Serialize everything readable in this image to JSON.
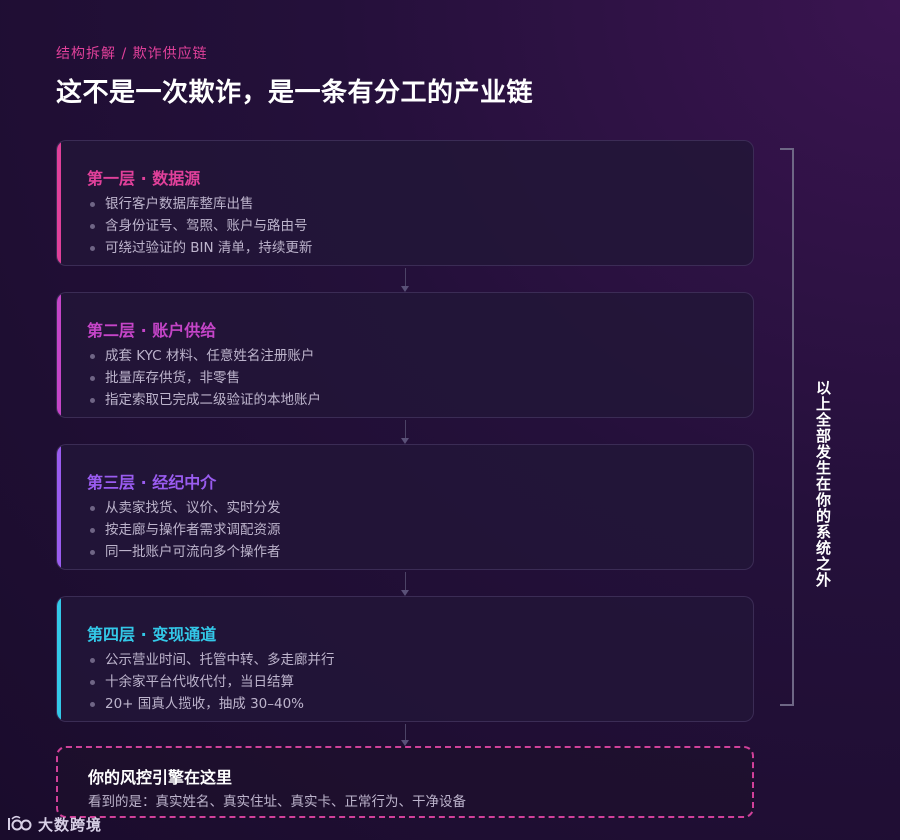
{
  "header": {
    "eyebrow": "结构拆解 / 欺诈供应链",
    "title": "这不是一次欺诈，是一条有分工的产业链"
  },
  "layers": [
    {
      "label": "第一层 · 数据源",
      "color": "#e0409a",
      "bullets": [
        "银行客户数据库整库出售",
        "含身份证号、驾照、账户与路由号",
        "可绕过验证的 BIN 清单，持续更新"
      ]
    },
    {
      "label": "第二层 · 账户供给",
      "color": "#c545c8",
      "bullets": [
        "成套 KYC 材料、任意姓名注册账户",
        "批量库存供货，非零售",
        "指定索取已完成二级验证的本地账户"
      ]
    },
    {
      "label": "第三层 · 经纪中介",
      "color": "#9a5cf0",
      "bullets": [
        "从卖家找货、议价、实时分发",
        "按走廊与操作者需求调配资源",
        "同一批账户可流向多个操作者"
      ]
    },
    {
      "label": "第四层 · 变现通道",
      "color": "#33c8e8",
      "bullets": [
        "公示营业时间、托管中转、多走廊并行",
        "十余家平台代收代付，当日结算",
        "20+ 国真人揽收，抽成 30–40%"
      ]
    }
  ],
  "engine": {
    "title": "你的风控引擎在这里",
    "subtitle": "看到的是：真实姓名、真实住址、真实卡、正常行为、干净设备"
  },
  "side_label": "以上全部发生在你的系统之外",
  "logo": {
    "name": "大数跨境",
    "icon": "logo-mark"
  }
}
